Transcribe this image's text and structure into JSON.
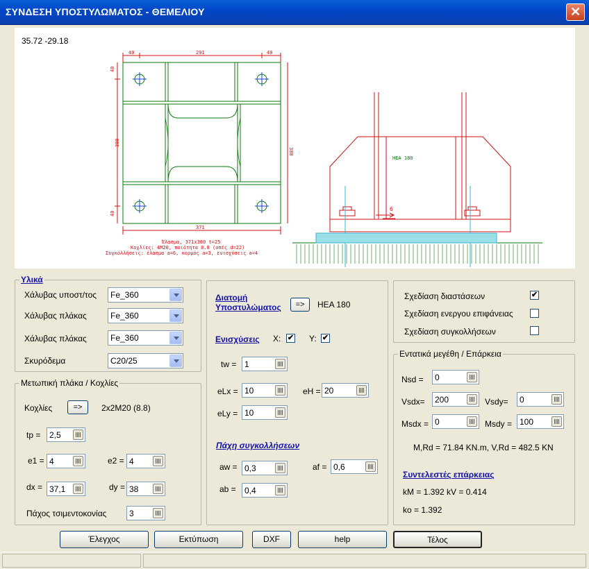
{
  "window": {
    "title": "ΣΥΝΔΕΣΗ ΥΠΟΣΤΥΛΩΜΑΤΟΣ - ΘΕΜΕΛΙΟΥ",
    "close": "✕"
  },
  "drawing": {
    "coords": "35.72 -29.18",
    "dims": {
      "d40a": "40",
      "d291": "291",
      "d40b": "40",
      "d40c": "40",
      "d300": "300",
      "d40d": "40",
      "d380": "380",
      "d371": "371"
    },
    "notes": [
      "Έλασμα, 371x380  t=25",
      "Κοχλίες: 4M20, ποιότητα 8.8 (οπές d=22)",
      "Συγκολλήσεις: έλασμα a=6, κορμός a=3, ενισχύσεις a=4"
    ],
    "profile": "HEA 180",
    "arrow_label": "6"
  },
  "materials": {
    "legend": "Υλικά",
    "rows": [
      {
        "label": "Χάλυβας υποστ/τος",
        "value": "Fe_360"
      },
      {
        "label": "Χάλυβας πλάκας",
        "value": "Fe_360"
      },
      {
        "label": "Χάλυβας πλάκας",
        "value": "Fe_360"
      },
      {
        "label": "Σκυρόδεμα",
        "value": "C20/25"
      }
    ]
  },
  "plate": {
    "legend": "Μετωπική πλάκα / Κοχλίες",
    "bolts_label": "Κοχλίες",
    "bolts_btn": "=>",
    "bolts_value": "2x2M20 (8.8)",
    "tp_label": "tp =",
    "tp": "2,5",
    "e1_label": "e1 =",
    "e1": "4",
    "e2_label": "e2 =",
    "e2": "4",
    "dx_label": "dx =",
    "dx": "37,1",
    "dy_label": "dy =",
    "dy": "38",
    "grout_label": "Πάχος τσιμεντοκονίας",
    "grout": "3"
  },
  "section": {
    "title_line1": "Διατομή",
    "title_line2": "Υποστυλώματος",
    "btn": "=>",
    "value": "HEA 180",
    "stiff_label": "Ενισχύσεις",
    "x_label": "X:",
    "x_checked": "✔",
    "y_label": "Y:",
    "y_checked": "✔",
    "tw_label": "tw =",
    "tw": "1",
    "eLx_label": "eLx =",
    "eLx": "10",
    "eH_label": "eH =",
    "eH": "20",
    "eLy_label": "eLy =",
    "eLy": "10",
    "weld_title": "Πάχη συγκολλήσεων",
    "aw_label": "aw =",
    "aw": "0,3",
    "af_label": "af =",
    "af": "0,6",
    "ab_label": "ab =",
    "ab": "0,4"
  },
  "options": {
    "rows": [
      {
        "label": "Σχεδίαση διαστάσεων",
        "checked": "✔"
      },
      {
        "label": "Σχεδίαση ενεργου επιφάνειας",
        "checked": ""
      },
      {
        "label": "Σχεδίαση συγκολλήσεων",
        "checked": ""
      }
    ]
  },
  "forces": {
    "legend": "Εντατικά μεγέθη / Επάρκεια",
    "nsd_label": "Nsd =",
    "nsd": "0",
    "vsdx_label": "Vsdx=",
    "vsdx": "200",
    "vsdy_label": "Vsdy=",
    "vsdy": "0",
    "msdx_label": "Msdx =",
    "msdx": "0",
    "msdy_label": "Msdy =",
    "msdy": "100",
    "resist": "M,Rd = 71.84 KN.m,  V,Rd = 482.5 KN",
    "coef_title": "Συντελεστές επάρκειας",
    "km_kv": "kM = 1.392  kV = 0.414",
    "ko": "ko = 1.392"
  },
  "buttons": {
    "check": "Έλεγχος",
    "print": "Εκτύπωση",
    "dxf": "DXF",
    "help": "help",
    "end": "Τέλος"
  }
}
